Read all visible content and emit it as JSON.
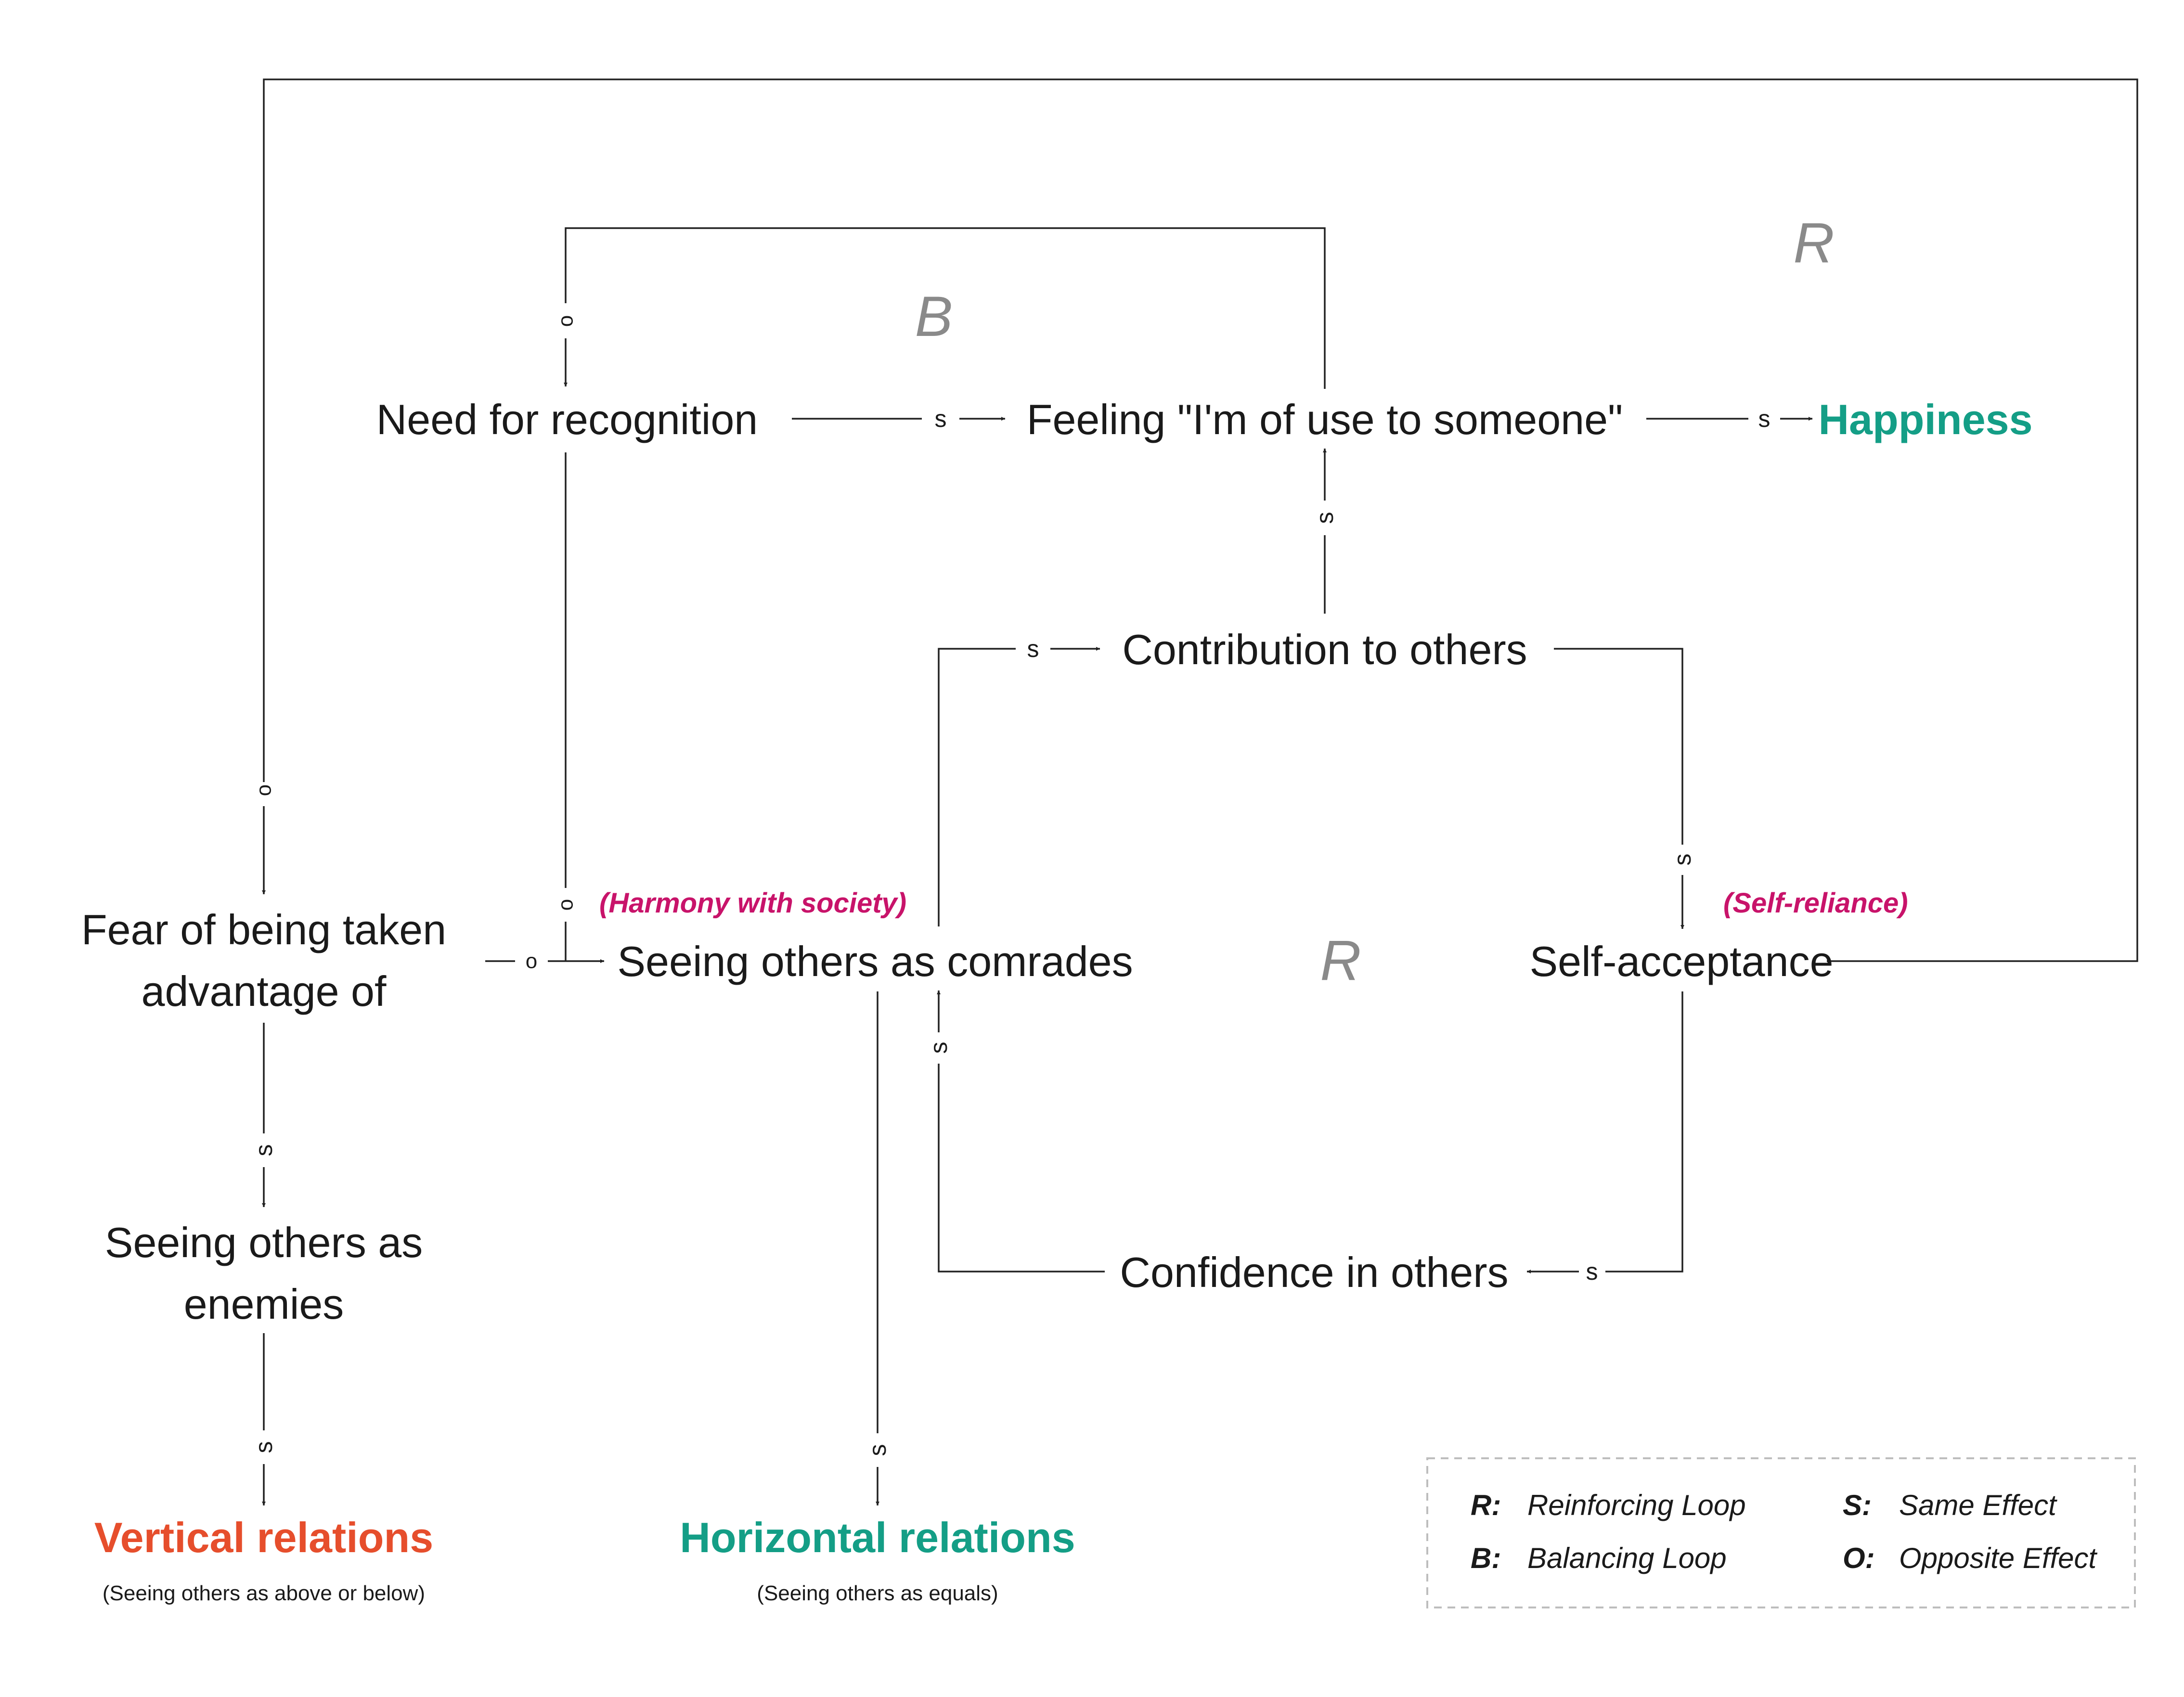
{
  "colors": {
    "ink": "#1a1a1a",
    "green": "#149e86",
    "red": "#e64e2c",
    "magenta": "#c8136a",
    "loop_gray": "#8a8a8a"
  },
  "nodes": {
    "need_for_recognition": "Need for recognition",
    "feeling_of_use": "Feeling \"I'm of use to someone\"",
    "happiness": "Happiness",
    "contribution": "Contribution to others",
    "fear_line1": "Fear of being taken",
    "fear_line2": "advantage of",
    "comrades": "Seeing others as comrades",
    "self_acceptance": "Self-acceptance",
    "enemies_line1": "Seeing others as",
    "enemies_line2": "enemies",
    "confidence": "Confidence in others",
    "vertical": "Vertical relations",
    "vertical_sub": "(Seeing others as above or below)",
    "horizontal": "Horizontal relations",
    "horizontal_sub": "(Seeing others as equals)"
  },
  "tags": {
    "harmony": "(Harmony with society)",
    "self_reliance": "(Self-reliance)"
  },
  "loops": {
    "outer": "R",
    "top": "B",
    "middle": "R"
  },
  "link_labels": {
    "outer_to_fear": "o",
    "top_to_need": "o",
    "need_to_feeling": "s",
    "feeling_to_happiness": "s",
    "contribution_to_feeling": "s",
    "comrades_to_contribution": "s",
    "contribution_to_self_acceptance": "s",
    "need_to_comrades": "o",
    "fear_to_comrades": "o",
    "confidence_to_comrades": "s",
    "self_acceptance_to_confidence": "s",
    "fear_to_enemies": "s",
    "enemies_to_vertical": "s",
    "comrades_to_horizontal": "s"
  },
  "legend": [
    {
      "key": "R:",
      "value": "Reinforcing Loop"
    },
    {
      "key": "B:",
      "value": "Balancing Loop"
    },
    {
      "key": "S:",
      "value": "Same Effect"
    },
    {
      "key": "O:",
      "value": "Opposite Effect"
    }
  ]
}
